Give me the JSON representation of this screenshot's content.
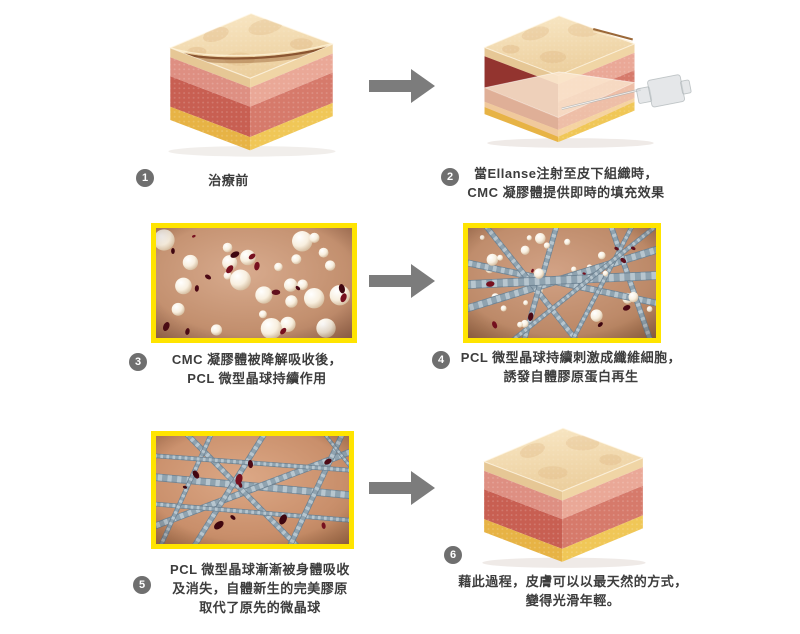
{
  "palette": {
    "accent_yellow": "#ffe400",
    "arrow_gray": "#7c7c7c",
    "badge_gray": "#6f6f6f",
    "text_color": "#3d3d3d"
  },
  "steps": [
    {
      "number": "1",
      "text": "治療前",
      "figure": "wrinkled-skin-cross-section"
    },
    {
      "number": "2",
      "text": "當Ellanse注射至皮下組織時，\nCMC 凝膠體提供即時的填充效果",
      "figure": "skin-cross-section-with-filler-injection"
    },
    {
      "number": "3",
      "text": "CMC 凝膠體被降解吸收後，\nPCL 微型晶球持續作用",
      "figure": "cmc-gel-with-pcl-microspheres"
    },
    {
      "number": "4",
      "text": "PCL 微型晶球持續刺激成纖維細胞，\n誘發自體膠原蛋白再生",
      "figure": "pcl-microspheres-with-collagen-fibers"
    },
    {
      "number": "5",
      "text": "PCL 微型晶球漸漸被身體吸收\n及消失，自體新生的完美膠原\n取代了原先的微晶球",
      "figure": "collagen-network-microspheres-absorbed"
    },
    {
      "number": "6",
      "text": "藉此過程，皮膚可以以最天然的方式，\n變得光滑年輕。",
      "figure": "smooth-skin-cross-section"
    }
  ]
}
